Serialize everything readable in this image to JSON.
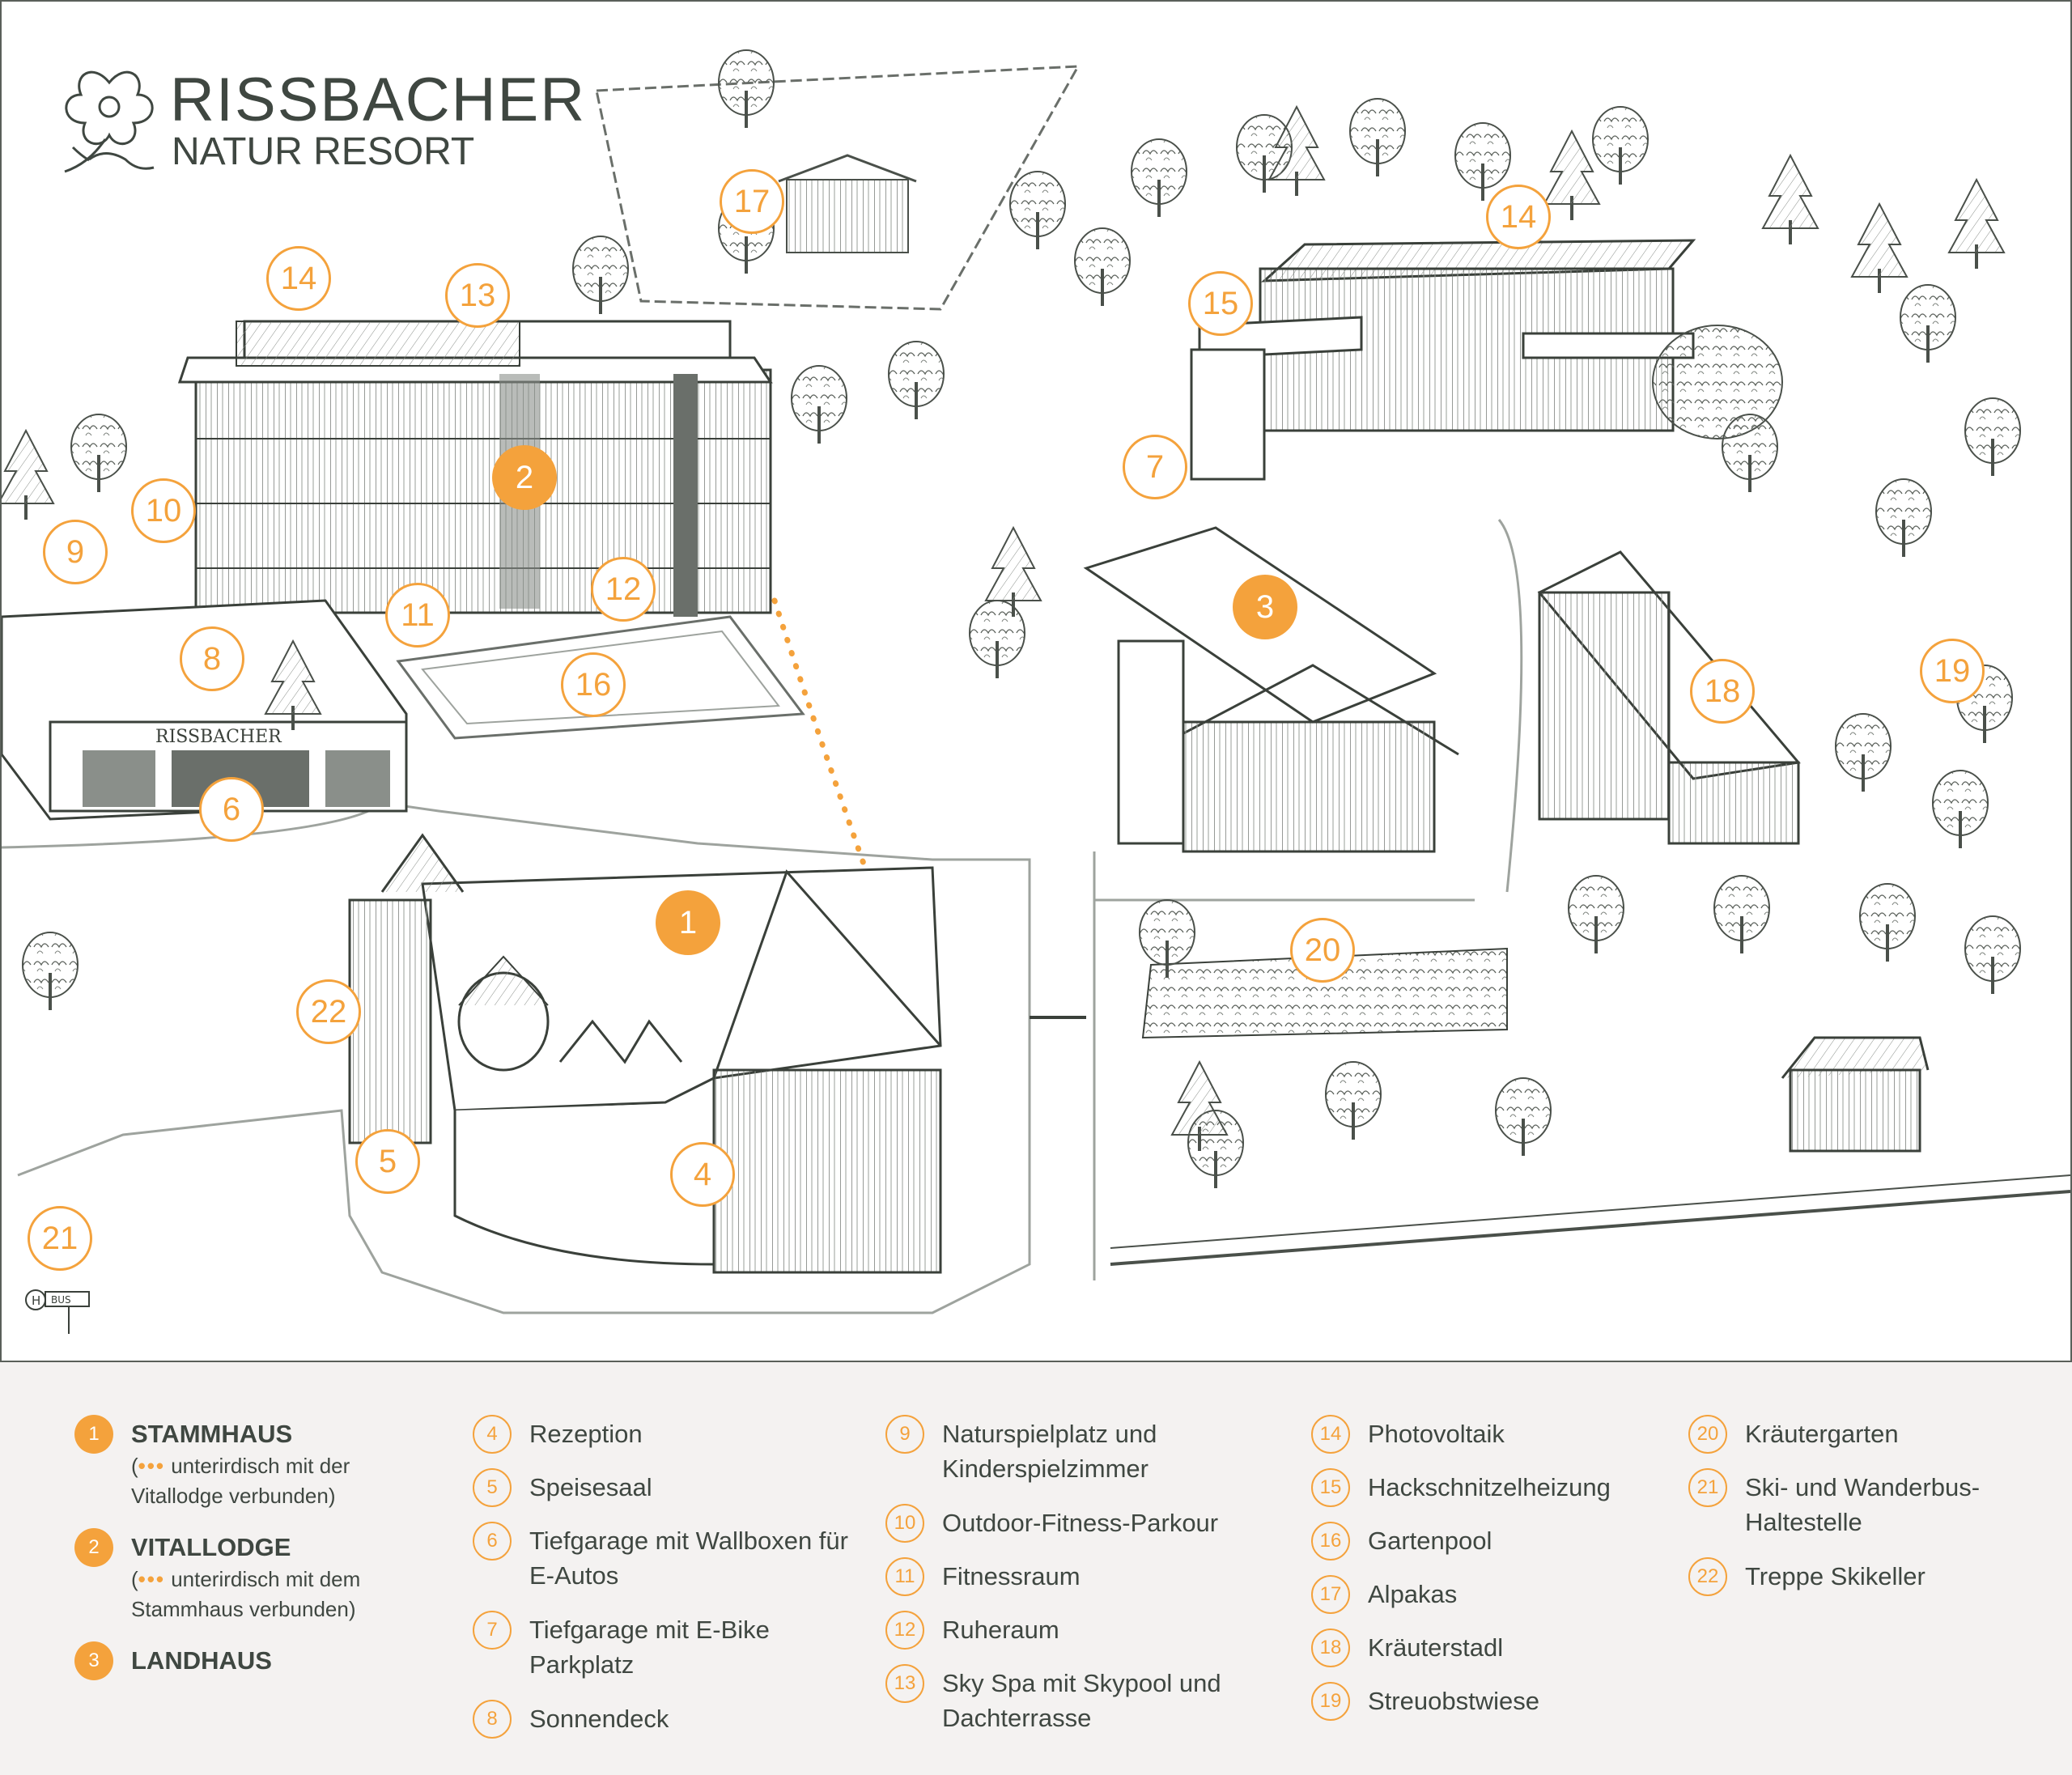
{
  "logo": {
    "name": "RISSBACHER",
    "subtitle": "NATUR RESORT",
    "building_sign": "RISSBACHER"
  },
  "colors": {
    "accent": "#f4a23c",
    "ink": "#3f4741",
    "legend_bg": "#f4f2f1"
  },
  "bus_sign": "BUS",
  "map_markers": [
    {
      "num": "1",
      "style": "filled"
    },
    {
      "num": "2",
      "style": "filled"
    },
    {
      "num": "3",
      "style": "filled"
    },
    {
      "num": "4",
      "style": "outline"
    },
    {
      "num": "5",
      "style": "outline"
    },
    {
      "num": "6",
      "style": "outline"
    },
    {
      "num": "7",
      "style": "outline"
    },
    {
      "num": "8",
      "style": "outline"
    },
    {
      "num": "9",
      "style": "outline"
    },
    {
      "num": "10",
      "style": "outline"
    },
    {
      "num": "11",
      "style": "outline"
    },
    {
      "num": "12",
      "style": "outline"
    },
    {
      "num": "13",
      "style": "outline"
    },
    {
      "num": "14",
      "style": "outline"
    },
    {
      "num": "14",
      "style": "outline"
    },
    {
      "num": "15",
      "style": "outline"
    },
    {
      "num": "16",
      "style": "outline"
    },
    {
      "num": "17",
      "style": "outline"
    },
    {
      "num": "18",
      "style": "outline"
    },
    {
      "num": "19",
      "style": "outline"
    },
    {
      "num": "20",
      "style": "outline"
    },
    {
      "num": "21",
      "style": "outline"
    },
    {
      "num": "22",
      "style": "outline"
    }
  ],
  "legend": {
    "col1": [
      {
        "num": "1",
        "label": "STAMMHAUS",
        "dots": "•••",
        "note": " unterirdisch mit der Vitallodge verbunden)"
      },
      {
        "num": "2",
        "label": "VITALLODGE",
        "dots": "•••",
        "note": " unterirdisch mit dem Stammhaus verbunden)"
      },
      {
        "num": "3",
        "label": "LANDHAUS"
      }
    ],
    "col2": [
      {
        "num": "4",
        "label": "Rezeption"
      },
      {
        "num": "5",
        "label": "Speisesaal"
      },
      {
        "num": "6",
        "label": "Tiefgarage mit Wallboxen für E-Autos"
      },
      {
        "num": "7",
        "label": "Tiefgarage mit E-Bike Parkplatz"
      },
      {
        "num": "8",
        "label": "Sonnendeck"
      }
    ],
    "col3": [
      {
        "num": "9",
        "label": "Naturspielplatz und Kinderspielzimmer"
      },
      {
        "num": "10",
        "label": "Outdoor-Fitness-Parkour"
      },
      {
        "num": "11",
        "label": "Fitnessraum"
      },
      {
        "num": "12",
        "label": "Ruheraum"
      },
      {
        "num": "13",
        "label": "Sky Spa mit Skypool und Dachterrasse"
      }
    ],
    "col4": [
      {
        "num": "14",
        "label": "Photovoltaik"
      },
      {
        "num": "15",
        "label": "Hackschnitzelheizung"
      },
      {
        "num": "16",
        "label": "Gartenpool"
      },
      {
        "num": "17",
        "label": "Alpakas"
      },
      {
        "num": "18",
        "label": "Kräuterstadl"
      },
      {
        "num": "19",
        "label": "Streuobstwiese"
      }
    ],
    "col5": [
      {
        "num": "20",
        "label": "Kräutergarten"
      },
      {
        "num": "21",
        "label": "Ski- und Wanderbus-Haltestelle"
      },
      {
        "num": "22",
        "label": "Treppe Skikeller"
      }
    ]
  }
}
